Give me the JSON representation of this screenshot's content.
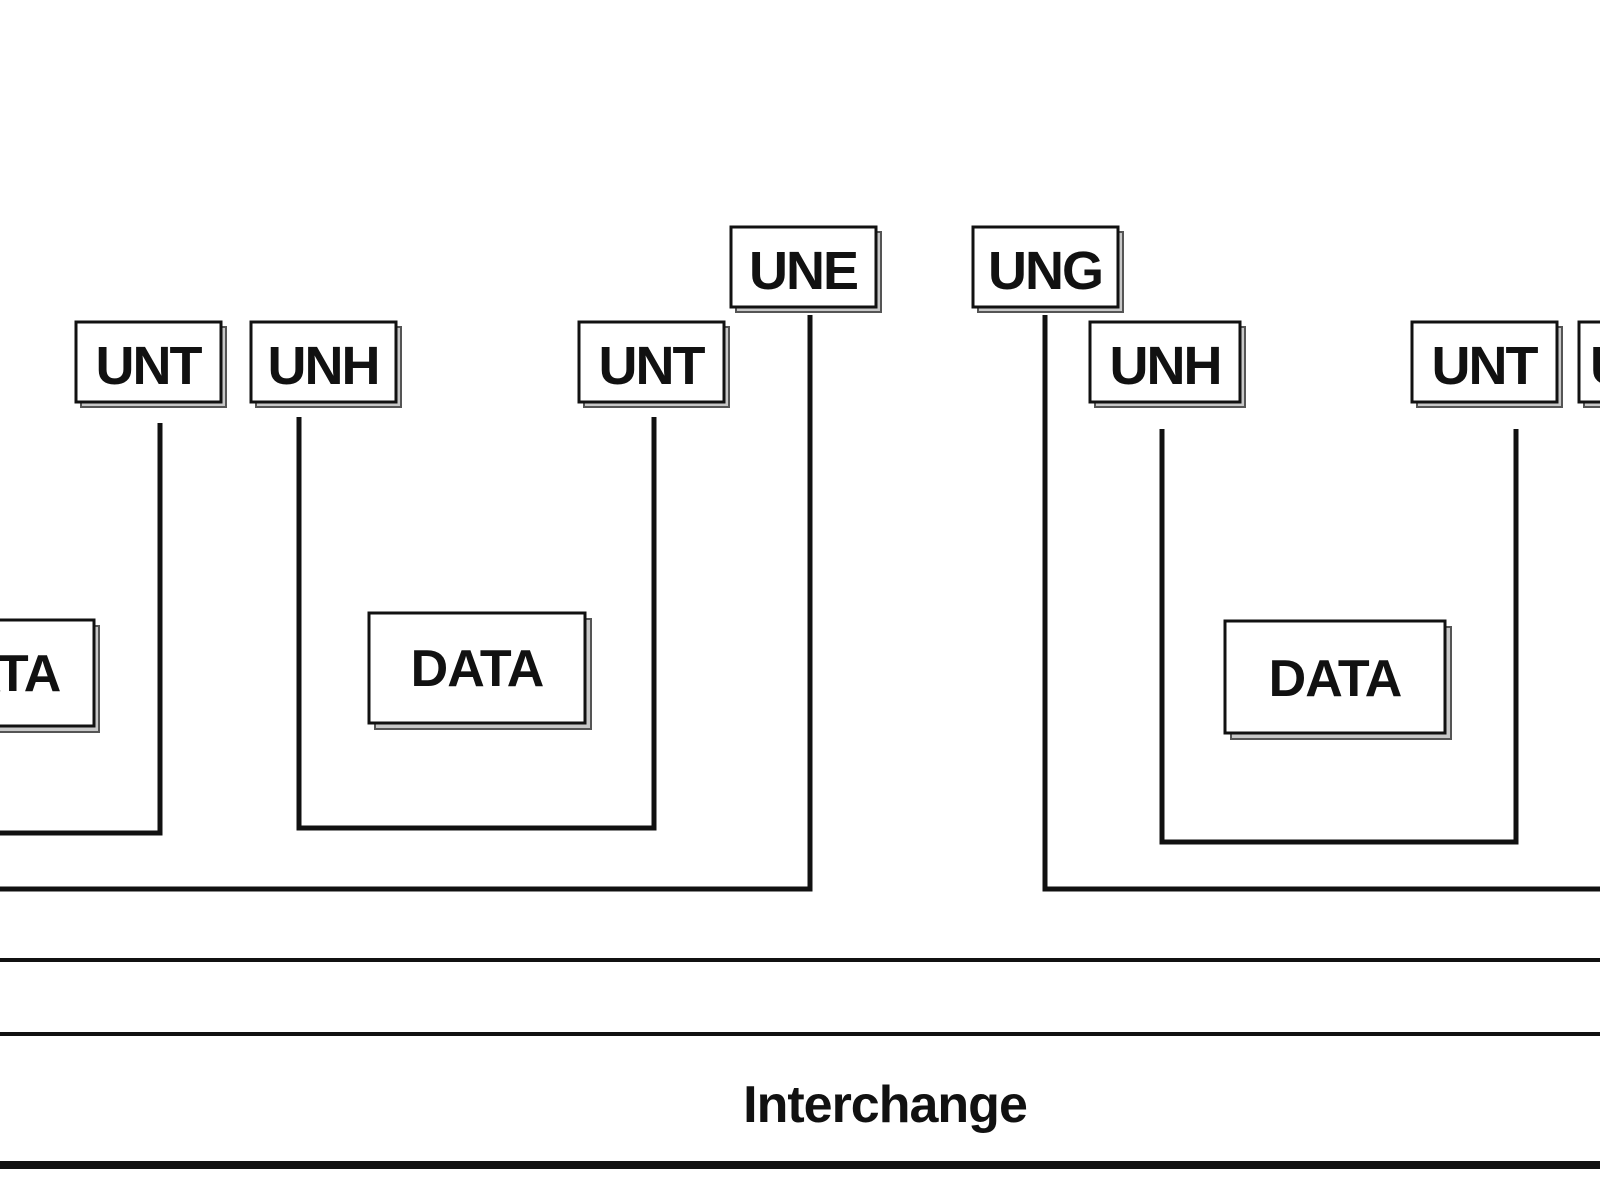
{
  "segments": {
    "unt_left": "UNT",
    "unh_msg2": "UNH",
    "unt_msg2": "UNT",
    "une": "UNE",
    "ung": "UNG",
    "unh_msg3": "UNH",
    "unt_msg3": "UNT",
    "unh_partial": "U"
  },
  "data_labels": {
    "data_partial": "DATA",
    "data_msg2": "DATA",
    "data_msg3": "DATA"
  },
  "footer": {
    "interchange_label": "Interchange"
  }
}
